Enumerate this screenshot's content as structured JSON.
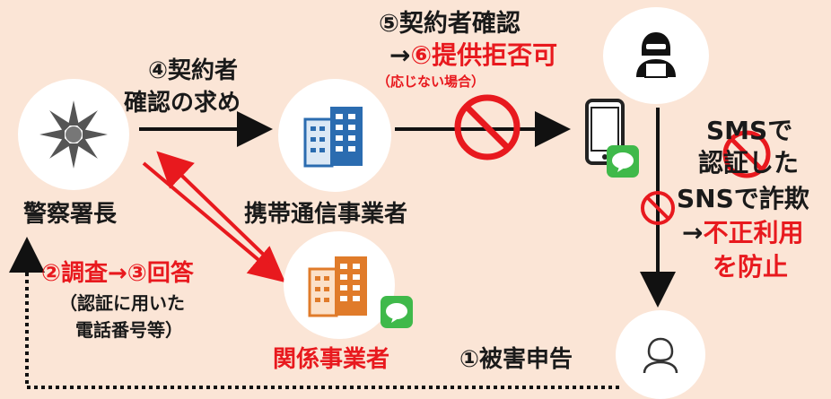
{
  "step5": {
    "title": "⑤契約者確認",
    "arrow": "→",
    "refusal": "⑥提供拒否可",
    "note": "（応じない場合）"
  },
  "step4": {
    "line1": "④契約者",
    "line2": "確認の求め"
  },
  "actors": {
    "police": "警察署長",
    "carrier": "携帯通信事業者",
    "related": "関係事業者"
  },
  "step2": {
    "title": "②調査→③回答",
    "note1": "（認証に用いた",
    "note2": "電話番号等）"
  },
  "sms": {
    "line1": "SMSで",
    "line2": "認証した",
    "line3": "SNSで詐欺",
    "line4_arrow": "→",
    "line4_red": "不正利用",
    "line5": "を防止"
  },
  "step1": "①被害申告",
  "colors": {
    "background": "#fbe5d6",
    "accent_red": "#e8191e",
    "icon_blue": "#2b6cb0",
    "icon_orange": "#e07b2a",
    "chat_green": "#3fb94a"
  }
}
